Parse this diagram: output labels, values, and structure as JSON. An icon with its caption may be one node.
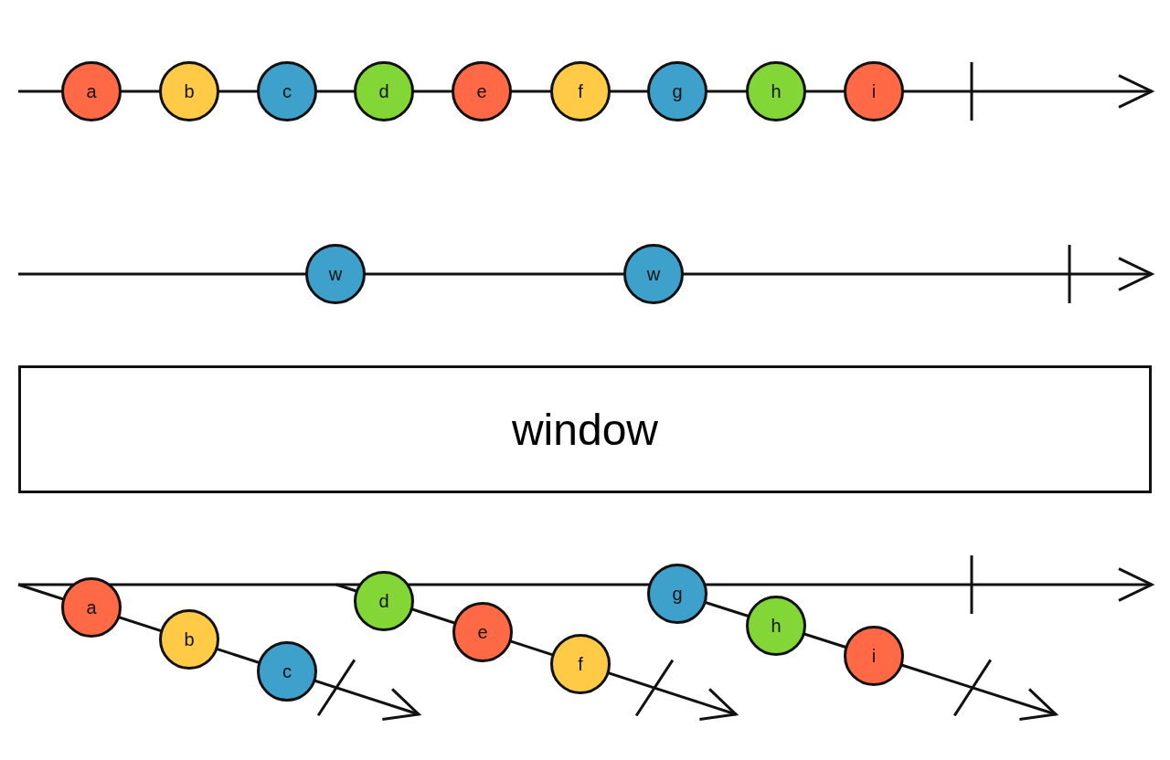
{
  "diagram": {
    "nodes": [
      {
        "text": [
          "a"
        ]
      },
      {
        "text": [
          "b"
        ]
      },
      {
        "text": [
          "c"
        ]
      },
      {
        "text": [
          "d"
        ]
      },
      {
        "text": [
          "e"
        ]
      },
      {
        "text": [
          "f"
        ]
      },
      {
        "text": [
          "g"
        ]
      },
      {
        "text": [
          "h"
        ]
      },
      {
        "text": [
          "i"
        ]
      },
      {
        "text": [
          "w"
        ]
      },
      {
        "text": [
          "w"
        ]
      },
      {
        "text": [
          "window"
        ]
      },
      {
        "text": [
          "a"
        ]
      },
      {
        "text": [
          "b"
        ]
      },
      {
        "text": [
          "c"
        ]
      },
      {
        "text": [
          "d"
        ]
      },
      {
        "text": [
          "e"
        ]
      },
      {
        "text": [
          "f"
        ]
      },
      {
        "text": [
          "g"
        ]
      },
      {
        "text": [
          "h"
        ]
      },
      {
        "text": [
          "i"
        ]
      }
    ]
  }
}
